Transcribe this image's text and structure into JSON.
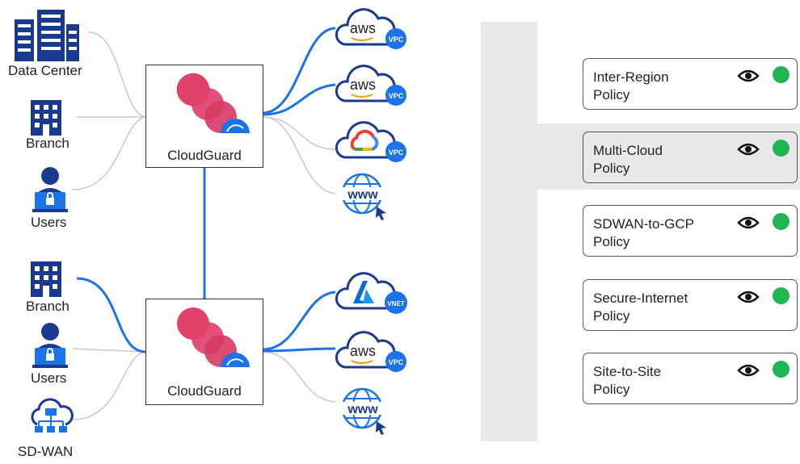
{
  "left_sites": {
    "top": [
      {
        "label": "Data Center",
        "icon": "data-center-icon"
      },
      {
        "label": "Branch",
        "icon": "building-icon"
      },
      {
        "label": "Users",
        "icon": "vpn-user-icon"
      }
    ],
    "bottom": [
      {
        "label": "Branch",
        "icon": "building-icon"
      },
      {
        "label": "Users",
        "icon": "vpn-user-icon"
      },
      {
        "label": "SD-WAN",
        "icon": "sdwan-cloud-icon"
      }
    ]
  },
  "gateways": [
    {
      "label": "CloudGuard"
    },
    {
      "label": "CloudGuard"
    }
  ],
  "cloud_targets": {
    "top": [
      {
        "brand": "aws",
        "badge": "VPC"
      },
      {
        "brand": "aws",
        "badge": "VPC"
      },
      {
        "brand": "gcp",
        "badge": "VPC"
      },
      {
        "brand": "www",
        "badge": ""
      }
    ],
    "bottom": [
      {
        "brand": "azure",
        "badge": "VNET"
      },
      {
        "brand": "aws",
        "badge": "VPC"
      },
      {
        "brand": "www",
        "badge": ""
      }
    ],
    "www_text": "www",
    "aws_text": "aws"
  },
  "policies": [
    {
      "line1": "Inter-Region",
      "line2": "Policy",
      "active": false
    },
    {
      "line1": "Multi-Cloud",
      "line2": "Policy",
      "active": true
    },
    {
      "line1": "SDWAN-to-GCP",
      "line2": "Policy",
      "active": false
    },
    {
      "line1": "Secure-Internet",
      "line2": "Policy",
      "active": false
    },
    {
      "line1": "Site-to-Site",
      "line2": "Policy",
      "active": false
    }
  ],
  "colors": {
    "blue": "#1a73e8",
    "gray_line": "#c8c8c8",
    "status_green": "#1fb552",
    "cloudguard_pink": "#e0426b"
  }
}
